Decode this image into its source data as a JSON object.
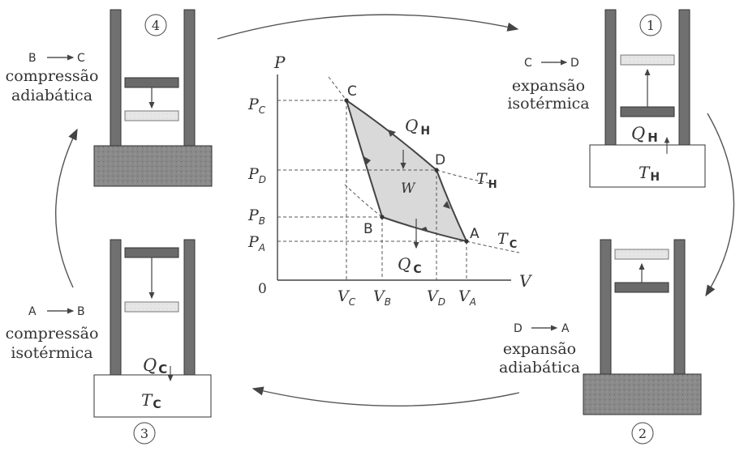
{
  "stages": {
    "s1": {
      "number": "1",
      "from": "C",
      "to": "D",
      "line1": "expansão",
      "line2": "isotérmica",
      "heat": "Q",
      "heat_sub": "H",
      "reservoir": "T",
      "reservoir_sub": "H"
    },
    "s2": {
      "number": "2",
      "from": "D",
      "to": "A",
      "line1": "expansão",
      "line2": "adiabática"
    },
    "s3": {
      "number": "3",
      "from": "A",
      "to": "B",
      "line1": "compressão",
      "line2": "isotérmica",
      "heat": "Q",
      "heat_sub": "C",
      "reservoir": "T",
      "reservoir_sub": "C"
    },
    "s4": {
      "number": "4",
      "from": "B",
      "to": "C",
      "line1": "compressão",
      "line2": "adiabática"
    }
  },
  "graph": {
    "axis_p": "P",
    "axis_v": "V",
    "origin": "0",
    "points": [
      "C",
      "D",
      "A",
      "B"
    ],
    "p_ticks": [
      {
        "main": "P",
        "sub": "C"
      },
      {
        "main": "P",
        "sub": "D"
      },
      {
        "main": "P",
        "sub": "B"
      },
      {
        "main": "P",
        "sub": "A"
      }
    ],
    "v_ticks": [
      {
        "main": "V",
        "sub": "C"
      },
      {
        "main": "V",
        "sub": "B"
      },
      {
        "main": "V",
        "sub": "D"
      },
      {
        "main": "V",
        "sub": "A"
      }
    ],
    "q_h": {
      "main": "Q",
      "sub": "H"
    },
    "q_c": {
      "main": "Q",
      "sub": "C"
    },
    "t_h": {
      "main": "T",
      "sub": "H"
    },
    "t_c": {
      "main": "T",
      "sub": "C"
    },
    "work": "W"
  },
  "colors": {
    "wall": "#707070",
    "piston_dark": "#6a6a6a",
    "piston_light": "#e4e4e4",
    "reservoir_dark": "#8a8a8a",
    "cycle_fill": "#d9d9d9",
    "line": "#444444"
  }
}
